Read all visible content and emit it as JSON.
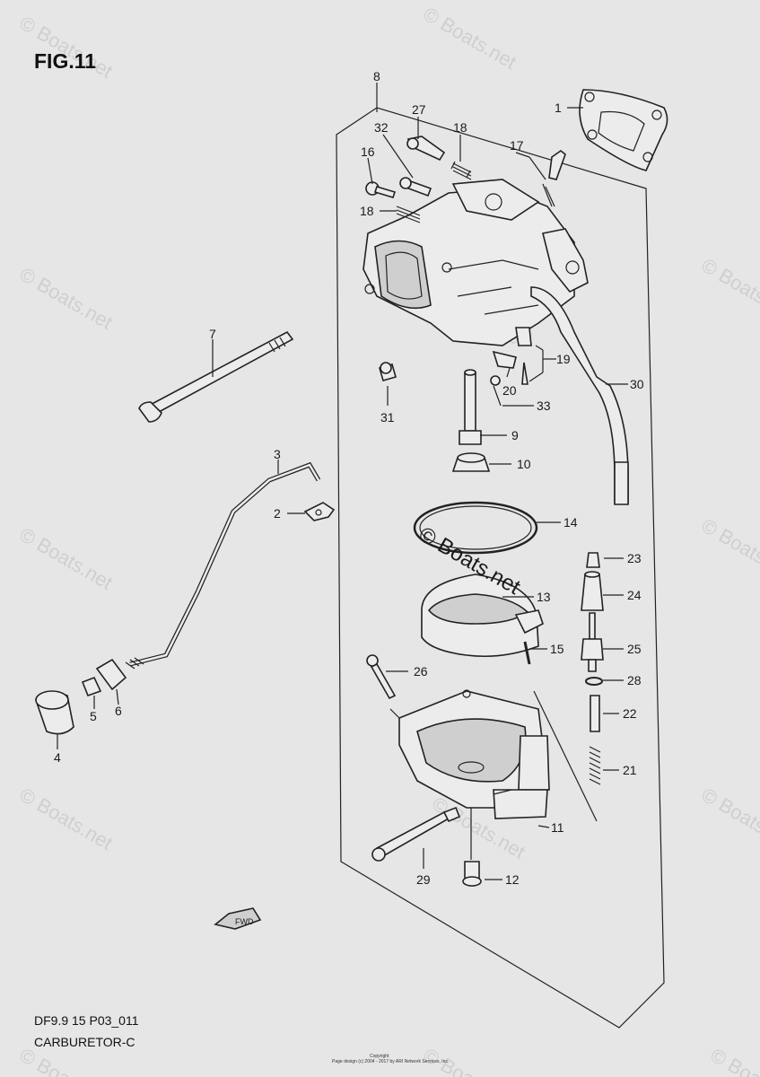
{
  "figure": {
    "title": "FIG.11"
  },
  "footer": {
    "model": "DF9.9 15 P03_011",
    "section": "CARBURETOR-C"
  },
  "watermarks": {
    "faint": [
      "© Boats.net",
      "© Boats.net",
      "© Boats.net",
      "© Boats.net",
      "© Boats.net",
      "© Boats.net",
      "© Boats.net",
      "© Boats.net",
      "© Boats.net",
      "© Boats.net",
      "© Boats.net",
      "© Boats.net",
      "© Boats.net"
    ],
    "center": "© Boats.net"
  },
  "fwd_marker": "FWD",
  "copyright": {
    "line1": "Copyright",
    "line2": "Page design (c) 2004 - 2017 by ARI Network Services, Inc."
  },
  "part_labels": [
    "1",
    "2",
    "3",
    "4",
    "5",
    "6",
    "7",
    "8",
    "9",
    "10",
    "11",
    "12",
    "13",
    "14",
    "15",
    "16",
    "17",
    "18",
    "18",
    "19",
    "20",
    "21",
    "22",
    "23",
    "24",
    "25",
    "26",
    "27",
    "28",
    "29",
    "30",
    "31",
    "32",
    "33"
  ]
}
